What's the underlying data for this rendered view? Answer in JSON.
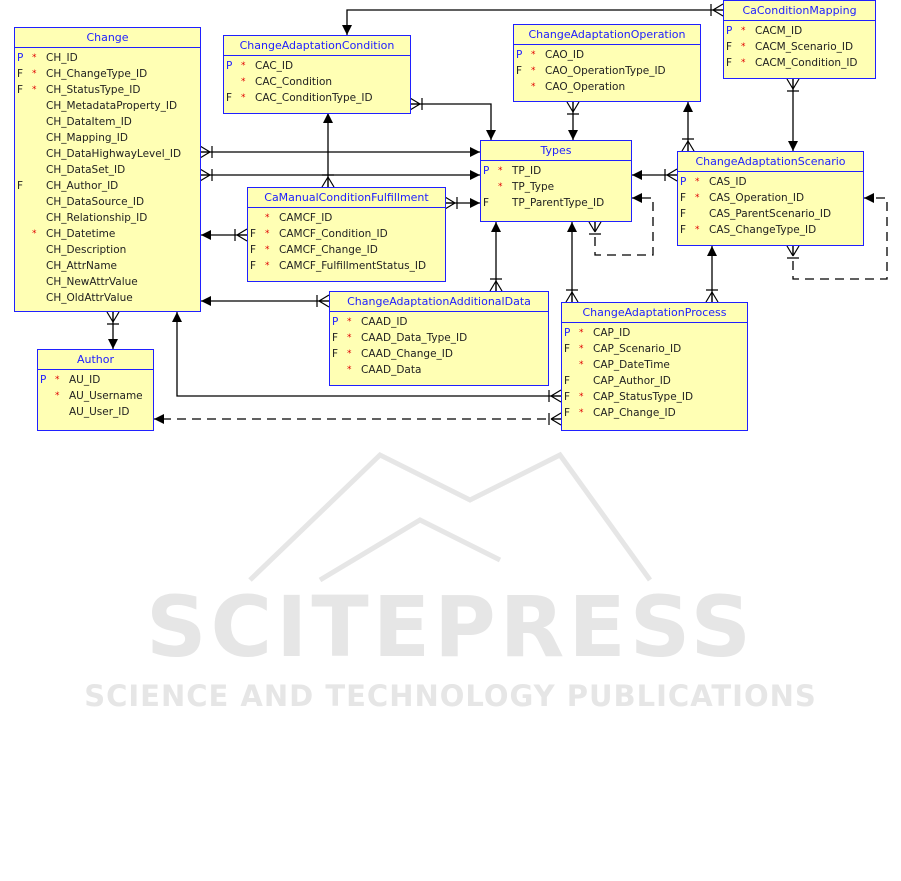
{
  "entities": {
    "change": {
      "title": "Change",
      "columns": [
        {
          "key": "P",
          "req": "*",
          "name": "CH_ID"
        },
        {
          "key": "F",
          "req": "*",
          "name": "CH_ChangeType_ID"
        },
        {
          "key": "F",
          "req": "*",
          "name": "CH_StatusType_ID"
        },
        {
          "key": "",
          "req": "",
          "name": "CH_MetadataProperty_ID"
        },
        {
          "key": "",
          "req": "",
          "name": "CH_DataItem_ID"
        },
        {
          "key": "",
          "req": "",
          "name": "CH_Mapping_ID"
        },
        {
          "key": "",
          "req": "",
          "name": "CH_DataHighwayLevel_ID"
        },
        {
          "key": "",
          "req": "",
          "name": "CH_DataSet_ID"
        },
        {
          "key": "F",
          "req": "",
          "name": "CH_Author_ID"
        },
        {
          "key": "",
          "req": "",
          "name": "CH_DataSource_ID"
        },
        {
          "key": "",
          "req": "",
          "name": "CH_Relationship_ID"
        },
        {
          "key": "",
          "req": "*",
          "name": "CH_Datetime"
        },
        {
          "key": "",
          "req": "",
          "name": "CH_Description"
        },
        {
          "key": "",
          "req": "",
          "name": "CH_AttrName"
        },
        {
          "key": "",
          "req": "",
          "name": "CH_NewAttrValue"
        },
        {
          "key": "",
          "req": "",
          "name": "CH_OldAttrValue"
        }
      ]
    },
    "cac": {
      "title": "ChangeAdaptationCondition",
      "columns": [
        {
          "key": "P",
          "req": "*",
          "name": "CAC_ID"
        },
        {
          "key": "",
          "req": "*",
          "name": "CAC_Condition"
        },
        {
          "key": "F",
          "req": "*",
          "name": "CAC_ConditionType_ID"
        }
      ]
    },
    "camcf": {
      "title": "CaManualConditionFulfillment",
      "columns": [
        {
          "key": "",
          "req": "*",
          "name": "CAMCF_ID"
        },
        {
          "key": "F",
          "req": "*",
          "name": "CAMCF_Condition_ID"
        },
        {
          "key": "F",
          "req": "*",
          "name": "CAMCF_Change_ID"
        },
        {
          "key": "F",
          "req": "*",
          "name": "CAMCF_FulfillmentStatus_ID"
        }
      ]
    },
    "caad": {
      "title": "ChangeAdaptationAdditionalData",
      "columns": [
        {
          "key": "P",
          "req": "*",
          "name": "CAAD_ID"
        },
        {
          "key": "F",
          "req": "*",
          "name": "CAAD_Data_Type_ID"
        },
        {
          "key": "F",
          "req": "*",
          "name": "CAAD_Change_ID"
        },
        {
          "key": "",
          "req": "*",
          "name": "CAAD_Data"
        }
      ]
    },
    "cao": {
      "title": "ChangeAdaptationOperation",
      "columns": [
        {
          "key": "P",
          "req": "*",
          "name": "CAO_ID"
        },
        {
          "key": "F",
          "req": "*",
          "name": "CAO_OperationType_ID"
        },
        {
          "key": "",
          "req": "*",
          "name": "CAO_Operation"
        }
      ]
    },
    "cacm": {
      "title": "CaConditionMapping",
      "columns": [
        {
          "key": "P",
          "req": "*",
          "name": "CACM_ID"
        },
        {
          "key": "F",
          "req": "*",
          "name": "CACM_Scenario_ID"
        },
        {
          "key": "F",
          "req": "*",
          "name": "CACM_Condition_ID"
        }
      ]
    },
    "types": {
      "title": "Types",
      "columns": [
        {
          "key": "P",
          "req": "*",
          "name": "TP_ID"
        },
        {
          "key": "",
          "req": "*",
          "name": "TP_Type"
        },
        {
          "key": "F",
          "req": "",
          "name": "TP_ParentType_ID"
        }
      ]
    },
    "cas": {
      "title": "ChangeAdaptationScenario",
      "columns": [
        {
          "key": "P",
          "req": "*",
          "name": "CAS_ID"
        },
        {
          "key": "F",
          "req": "*",
          "name": "CAS_Operation_ID"
        },
        {
          "key": "F",
          "req": "",
          "name": "CAS_ParentScenario_ID"
        },
        {
          "key": "F",
          "req": "*",
          "name": "CAS_ChangeType_ID"
        }
      ]
    },
    "cap": {
      "title": "ChangeAdaptationProcess",
      "columns": [
        {
          "key": "P",
          "req": "*",
          "name": "CAP_ID"
        },
        {
          "key": "F",
          "req": "*",
          "name": "CAP_Scenario_ID"
        },
        {
          "key": "",
          "req": "*",
          "name": "CAP_DateTime"
        },
        {
          "key": "F",
          "req": "",
          "name": "CAP_Author_ID"
        },
        {
          "key": "F",
          "req": "*",
          "name": "CAP_StatusType_ID"
        },
        {
          "key": "F",
          "req": "*",
          "name": "CAP_Change_ID"
        }
      ]
    },
    "author": {
      "title": "Author",
      "columns": [
        {
          "key": "P",
          "req": "*",
          "name": "AU_ID"
        },
        {
          "key": "",
          "req": "*",
          "name": "AU_Username"
        },
        {
          "key": "",
          "req": "",
          "name": "AU_User_ID"
        }
      ]
    }
  },
  "colors": {
    "entity_fill": "#ffffb4",
    "entity_border": "#2020ff",
    "required": "#e00000",
    "watermark": "#e6e6e6"
  },
  "watermark": {
    "title": "SCITEPRESS",
    "subtitle": "SCIENCE AND TECHNOLOGY PUBLICATIONS"
  }
}
